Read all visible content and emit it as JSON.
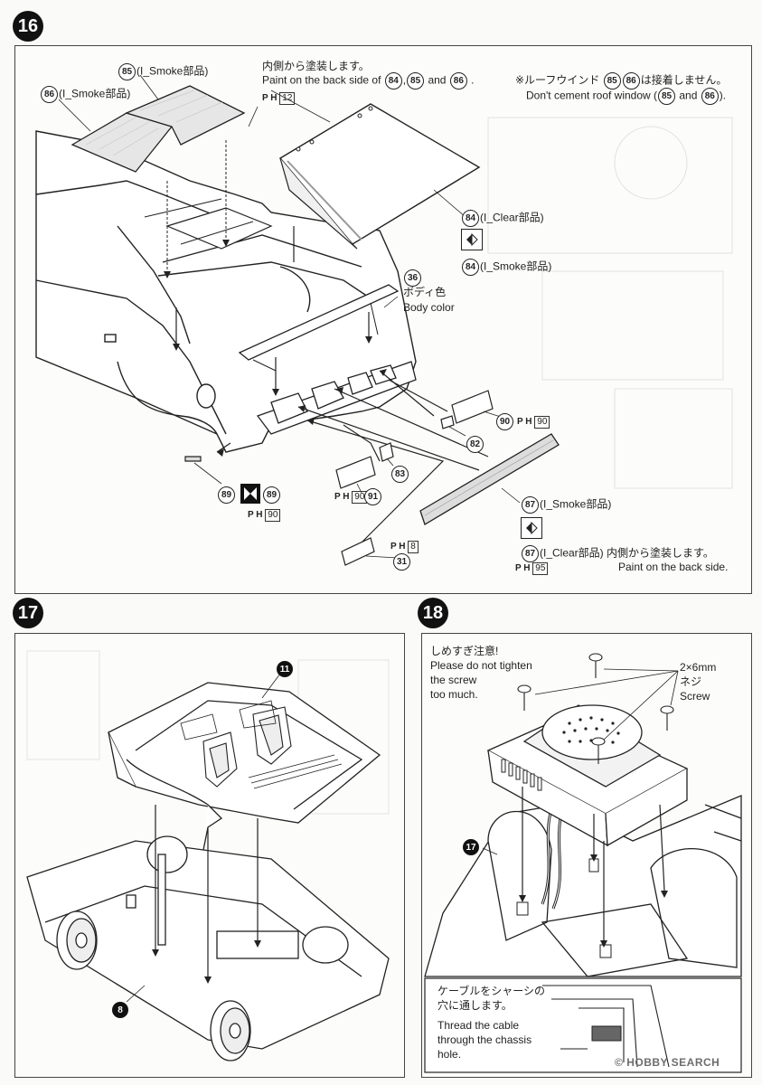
{
  "steps": {
    "s16": "16",
    "s17": "17",
    "s18": "18"
  },
  "step16": {
    "p85_num": "85",
    "p85_text": "(I_Smoke部品)",
    "p86_num": "86",
    "p86_text": "(I_Smoke部品)",
    "paint_jp": "内側から塗装します。",
    "paint_en_prefix": "Paint on the back side of",
    "paint_n84": "84",
    "paint_n85": "85",
    "paint_and": "and",
    "paint_n86": "86",
    "paint_end": ".",
    "ph12_code": "12",
    "roof_note_jp_prefix": "※ルーフウインド",
    "roof_n85": "85",
    "roof_n86": "86",
    "roof_note_jp_suffix": "は接着しません。",
    "roof_en_prefix": "Don't cement roof window (",
    "roof_en_n85": "85",
    "roof_en_and": "and",
    "roof_en_n86": "86",
    "roof_en_suffix": ").",
    "p84a_num": "84",
    "p84a_text": "(I_Clear部品)",
    "p84b_num": "84",
    "p84b_text": "(I_Smoke部品)",
    "p36_num": "36",
    "body_jp": "ボディ色",
    "body_en": "Body color",
    "p90_num": "90",
    "ph90_code": "90",
    "p82_num": "82",
    "p83_num": "83",
    "p89a_num": "89",
    "p89b_num": "89",
    "ph90b_code": "90",
    "ph90c_code": "90",
    "p91_num": "91",
    "ph8_code": "8",
    "p31_num": "31",
    "p87a_num": "87",
    "p87a_text": "(I_Smoke部品)",
    "p87b_num": "87",
    "p87b_text": "(I_Clear部品)",
    "p87_paint_jp": "内側から塗装します。",
    "p87_paint_en": "Paint on the back side.",
    "ph95_code": "95",
    "ph_letters": "P H"
  },
  "step17": {
    "p11_num": "11",
    "p8_num": "8"
  },
  "step18": {
    "warn_jp": "しめすぎ注意!",
    "warn_en1": "Please do not tighten",
    "warn_en2": "the screw",
    "warn_en3": "too much.",
    "screw_size": "2×6mm",
    "screw_jp": "ネジ",
    "screw_en": "Screw",
    "p17_num": "17",
    "cable_jp1": "ケーブルをシャーシの",
    "cable_jp2": "穴に通します。",
    "cable_en1": "Thread the cable",
    "cable_en2": "through the chassis",
    "cable_en3": "hole."
  },
  "watermark": {
    "copyright": "©",
    "brand": "HOBBY SEARCH"
  },
  "icons": [
    "double-arrow-icon",
    "cement-both-sides-icon",
    "screw-icon"
  ]
}
